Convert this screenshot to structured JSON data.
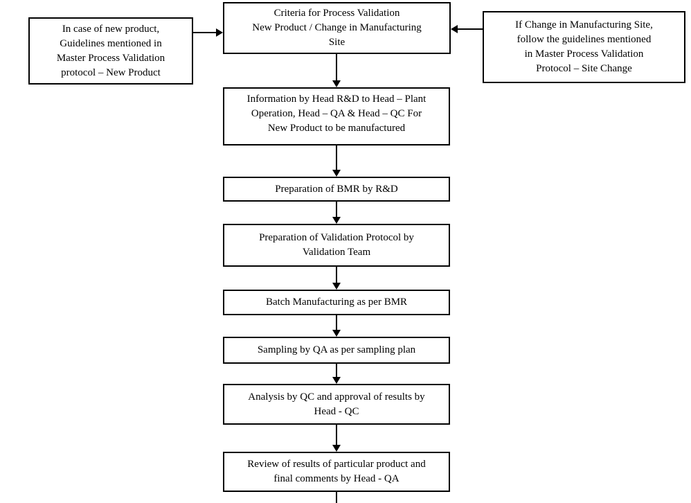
{
  "nodes": {
    "left_guideline": "In case of new product,\nGuidelines mentioned in\nMaster Process Validation\nprotocol – New Product",
    "criteria": "Criteria for Process Validation\nNew Product / Change in Manufacturing\nSite",
    "right_guideline": "If Change in Manufacturing Site,\nfollow the guidelines mentioned\nin Master Process Validation\nProtocol – Site Change",
    "information": "Information by Head R&D to Head – Plant\nOperation, Head – QA & Head – QC For\nNew Product to be manufactured",
    "bmr_preparation": "Preparation of BMR by R&D",
    "validation_protocol": "Preparation of Validation Protocol by\nValidation Team",
    "batch_manufacturing": "Batch Manufacturing as per BMR",
    "sampling": "Sampling by QA as per sampling plan",
    "qc_analysis": "Analysis by QC and approval of results by\nHead - QC",
    "qa_review": "Review of results of particular product and\nfinal comments by Head - QA"
  },
  "colors": {
    "border": "#000000",
    "text": "#000000",
    "background": "#ffffff"
  }
}
